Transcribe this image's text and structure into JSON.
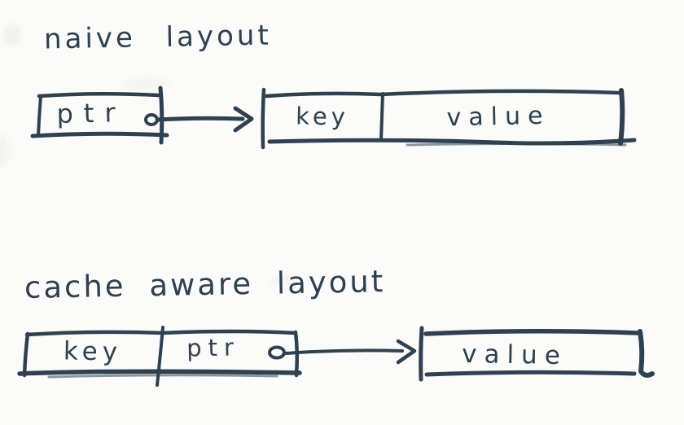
{
  "page": {
    "background": "#fbfbf9",
    "ink": "#2e4150"
  },
  "sections": [
    {
      "title": "naive layout",
      "source_box": {
        "cells": [
          "ptr"
        ]
      },
      "pointer": {
        "dot_icon": "pointer-origin-dot",
        "arrow_icon": "right-arrow"
      },
      "target_box": {
        "cells": [
          "key",
          "value"
        ]
      }
    },
    {
      "title": "cache aware layout",
      "source_box": {
        "cells": [
          "key",
          "ptr"
        ]
      },
      "pointer": {
        "dot_icon": "pointer-origin-dot",
        "arrow_icon": "right-arrow"
      },
      "target_box": {
        "cells": [
          "value"
        ]
      }
    }
  ]
}
